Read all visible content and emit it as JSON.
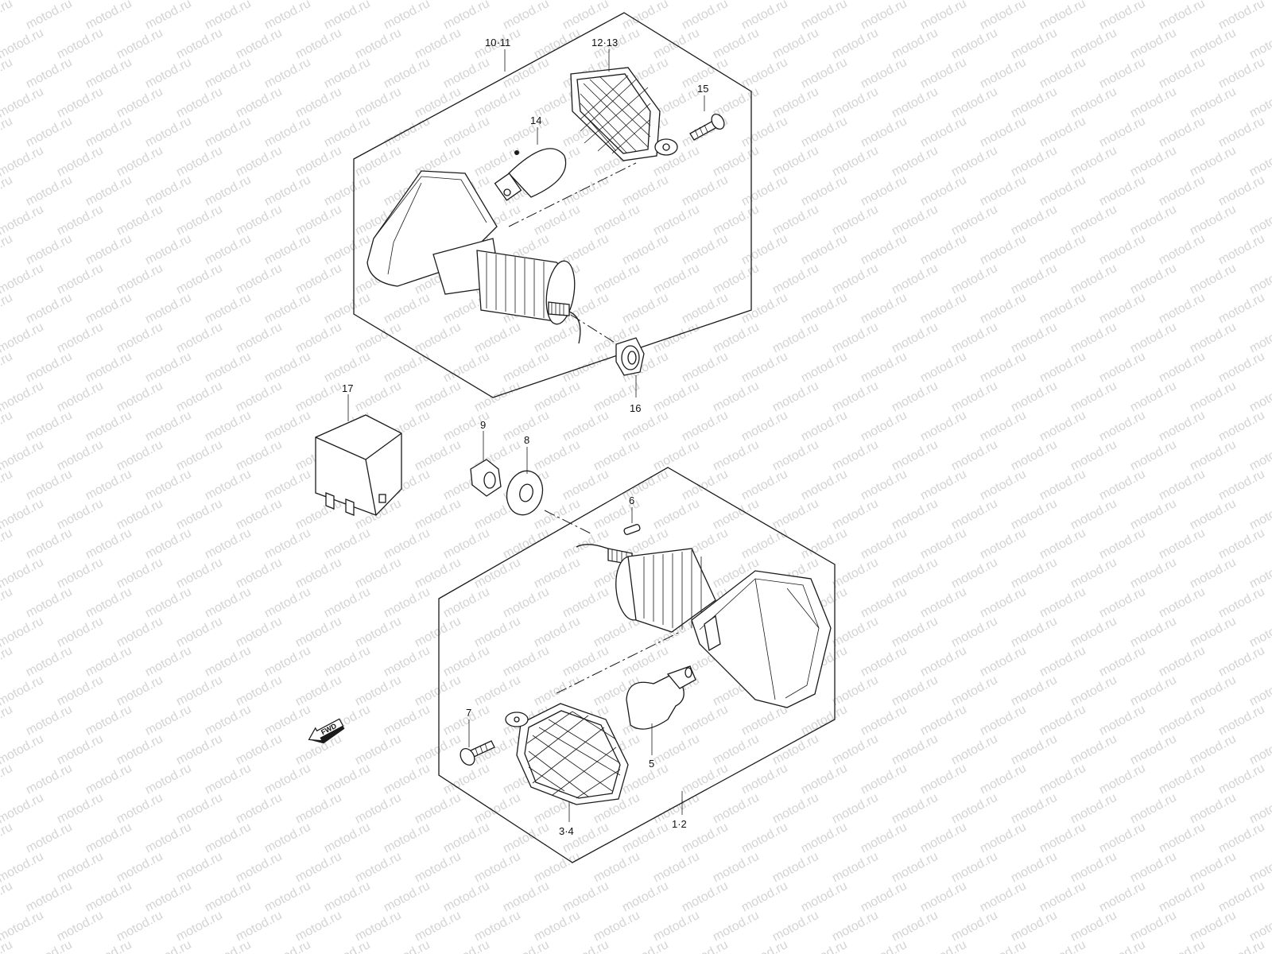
{
  "watermark": "motod.ru",
  "fwd_label": "FWD",
  "labels": {
    "front_set": "10·11",
    "front_lens": "12·13",
    "front_screw": "15",
    "front_bulb": "14",
    "front_nut": "16",
    "relay": "17",
    "nut": "9",
    "washer": "8",
    "pin": "6",
    "screw": "7",
    "bulb": "5",
    "lens": "3·4",
    "rear_set": "1·2"
  },
  "colors": {
    "line": "#1a1a1a",
    "watermark": "#d4d4d4",
    "background": "#ffffff"
  }
}
